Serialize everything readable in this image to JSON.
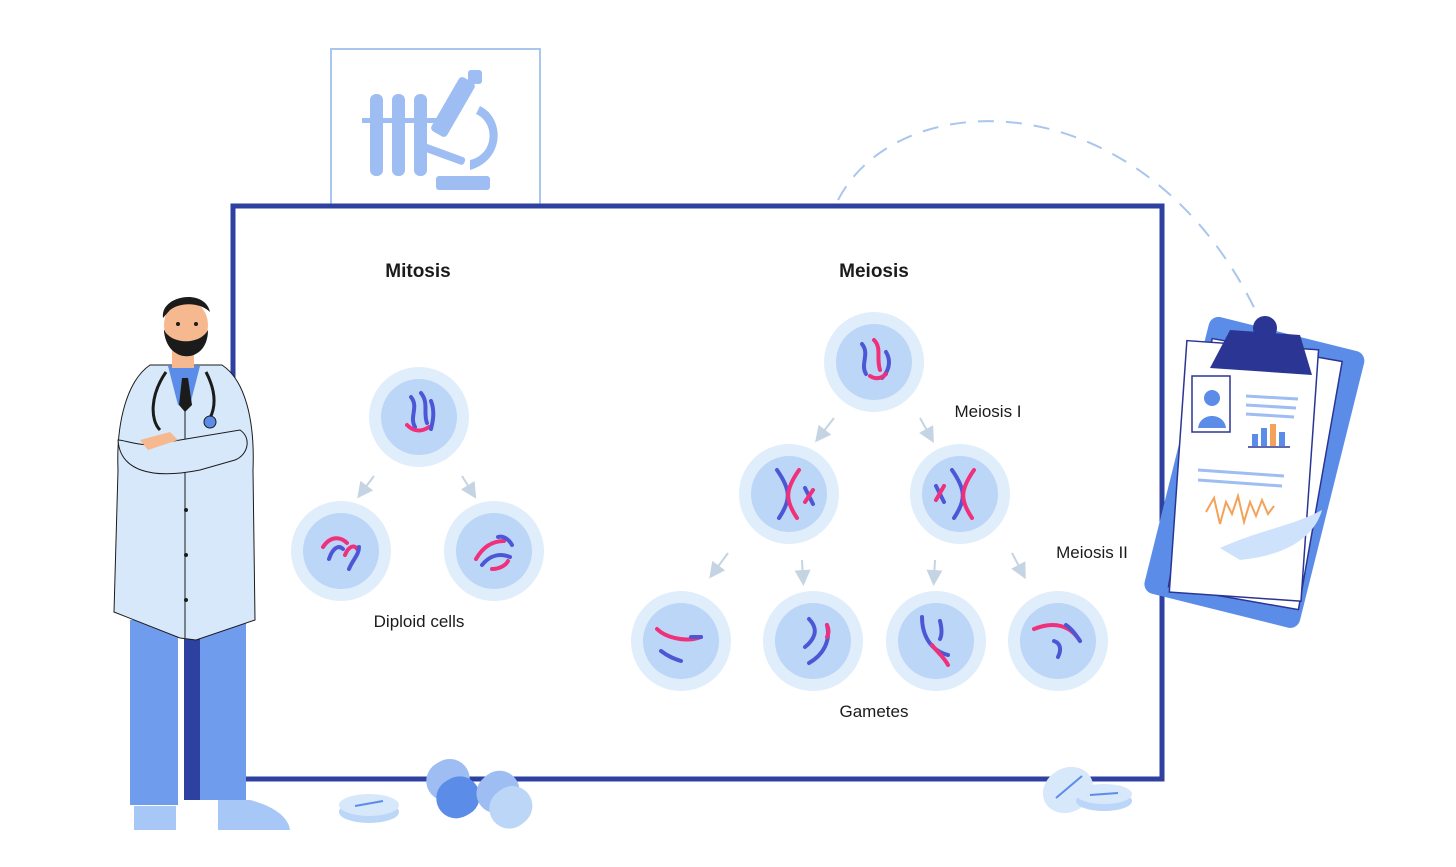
{
  "diagram": {
    "mitosis_title": "Mitosis",
    "meiosis_title": "Meiosis",
    "meiosis_1_label": "Meiosis I",
    "meiosis_2_label": "Meiosis II",
    "diploid_label": "Diploid cells",
    "gametes_label": "Gametes"
  },
  "colors": {
    "board_border": "#2e40a0",
    "cell_outer": "#e0edfb",
    "cell_inner": "#bcd6f7",
    "chromosome_blue": "#4d57d6",
    "chromosome_pink": "#f0307a",
    "arrow": "#c4d4e2",
    "accent_light_blue": "#9dbdf3",
    "accent_blue": "#5b8de8",
    "coat": "#d7e8fb",
    "navy": "#2a3594"
  }
}
